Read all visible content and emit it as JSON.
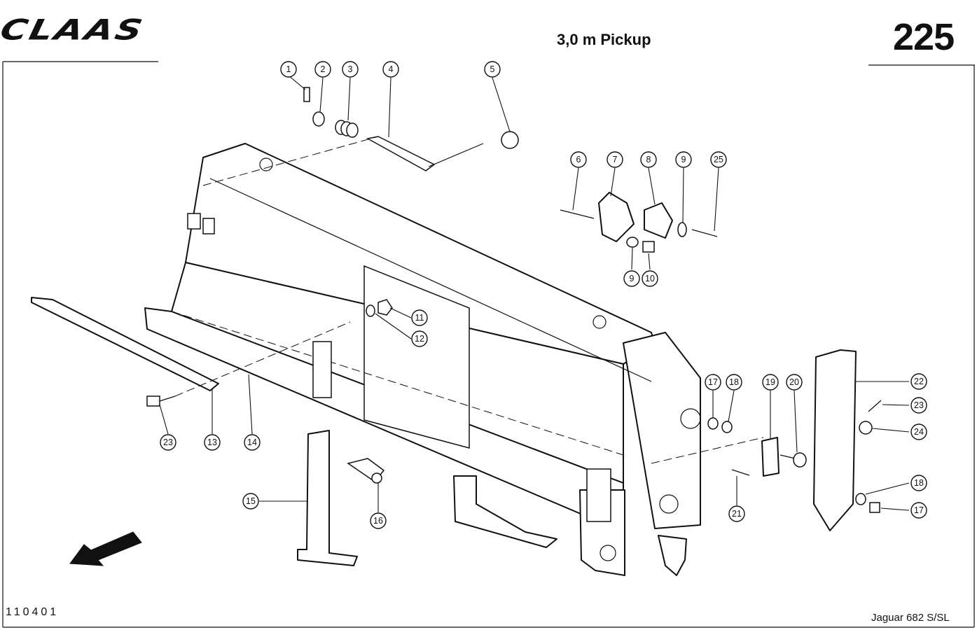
{
  "header": {
    "brand": "CLAAS",
    "title": "3,0 m Pickup",
    "page_number": "225"
  },
  "footer": {
    "document_number": "110401",
    "model": "Jaguar 682 S/SL"
  },
  "callout_labels": [
    "1",
    "2",
    "3",
    "4",
    "5",
    "6",
    "7",
    "8",
    "9",
    "25",
    "9",
    "10",
    "11",
    "12",
    "13",
    "14",
    "15",
    "16",
    "17",
    "18",
    "19",
    "20",
    "22",
    "23",
    "24",
    "18",
    "17",
    "21",
    "23"
  ],
  "icons": {
    "direction": "arrow-icon"
  }
}
